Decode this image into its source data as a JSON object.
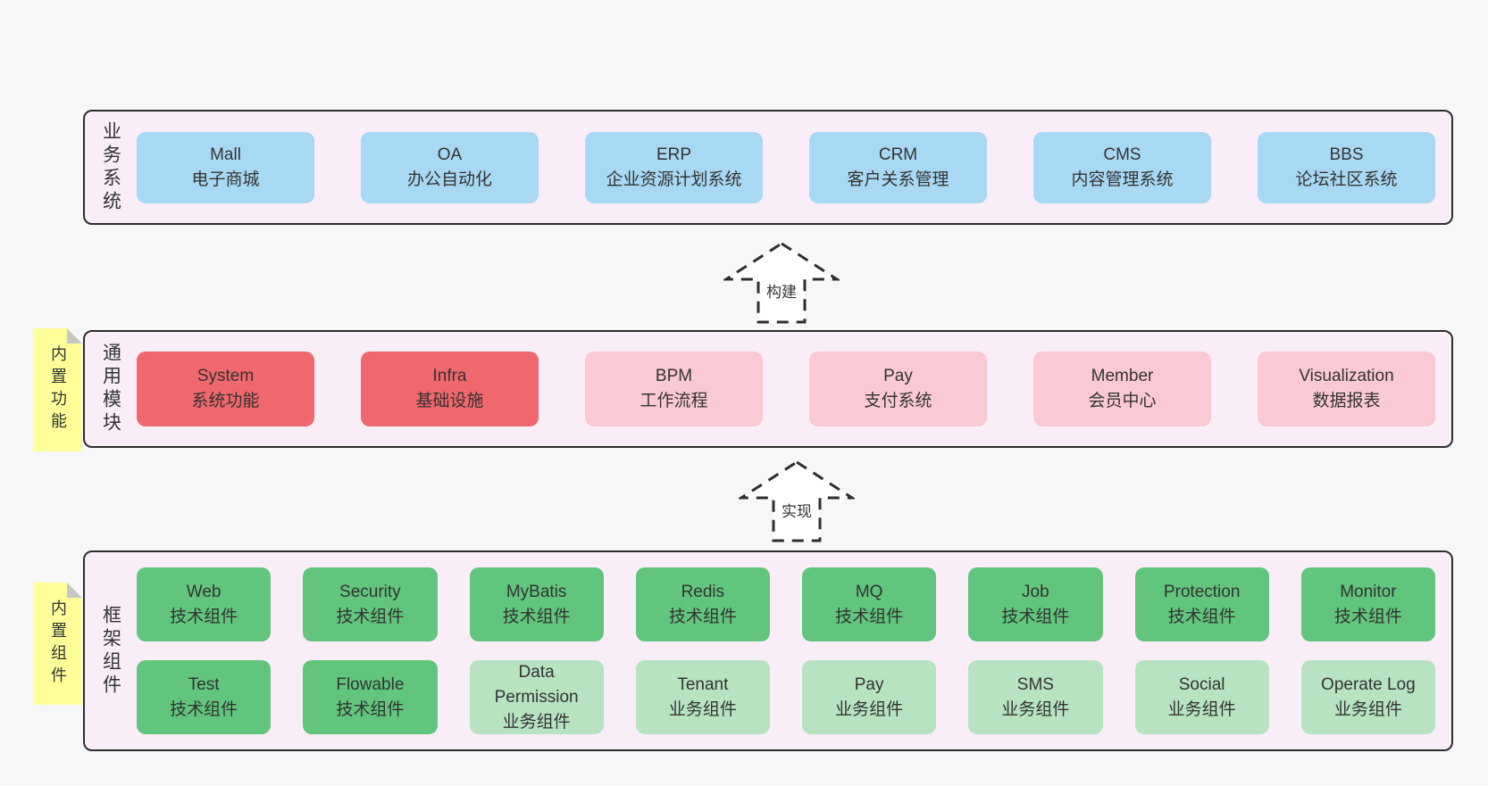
{
  "colors": {
    "page_bg": "#f7f7f7",
    "panel_bg": "#f9eef7",
    "panel_border": "#2e2e2e",
    "blue_box": "#a8d9f4",
    "red_box": "#f0676d",
    "pink_box": "#fac9d3",
    "green_box": "#61c57d",
    "light_green_box": "#b7e3c1",
    "note_yellow": "#feff99",
    "note_fold_gray": "#c6c6c6",
    "text": "#333333"
  },
  "sections": [
    {
      "label": "业务系统",
      "note": null,
      "rows": [
        [
          {
            "name": "Mall",
            "desc": "电子商城",
            "variant": "blue"
          },
          {
            "name": "OA",
            "desc": "办公自动化",
            "variant": "blue"
          },
          {
            "name": "ERP",
            "desc": "企业资源计划系统",
            "variant": "blue"
          },
          {
            "name": "CRM",
            "desc": "客户关系管理",
            "variant": "blue"
          },
          {
            "name": "CMS",
            "desc": "内容管理系统",
            "variant": "blue"
          },
          {
            "name": "BBS",
            "desc": "论坛社区系统",
            "variant": "blue"
          }
        ]
      ]
    },
    {
      "label": "通用模块",
      "note": "内置功能",
      "rows": [
        [
          {
            "name": "System",
            "desc": "系统功能",
            "variant": "red"
          },
          {
            "name": "Infra",
            "desc": "基础设施",
            "variant": "red"
          },
          {
            "name": "BPM",
            "desc": "工作流程",
            "variant": "pink"
          },
          {
            "name": "Pay",
            "desc": "支付系统",
            "variant": "pink"
          },
          {
            "name": "Member",
            "desc": "会员中心",
            "variant": "pink"
          },
          {
            "name": "Visualization",
            "desc": "数据报表",
            "variant": "pink"
          }
        ]
      ]
    },
    {
      "label": "框架组件",
      "note": "内置组件",
      "rows": [
        [
          {
            "name": "Web",
            "desc": "技术组件",
            "variant": "green"
          },
          {
            "name": "Security",
            "desc": "技术组件",
            "variant": "green"
          },
          {
            "name": "MyBatis",
            "desc": "技术组件",
            "variant": "green"
          },
          {
            "name": "Redis",
            "desc": "技术组件",
            "variant": "green"
          },
          {
            "name": "MQ",
            "desc": "技术组件",
            "variant": "green"
          },
          {
            "name": "Job",
            "desc": "技术组件",
            "variant": "green"
          },
          {
            "name": "Protection",
            "desc": "技术组件",
            "variant": "green"
          },
          {
            "name": "Monitor",
            "desc": "技术组件",
            "variant": "green"
          }
        ],
        [
          {
            "name": "Test",
            "desc": "技术组件",
            "variant": "green"
          },
          {
            "name": "Flowable",
            "desc": "技术组件",
            "variant": "green"
          },
          {
            "name": "Data Permission",
            "desc": "业务组件",
            "variant": "lightgreen"
          },
          {
            "name": "Tenant",
            "desc": "业务组件",
            "variant": "lightgreen"
          },
          {
            "name": "Pay",
            "desc": "业务组件",
            "variant": "lightgreen"
          },
          {
            "name": "SMS",
            "desc": "业务组件",
            "variant": "lightgreen"
          },
          {
            "name": "Social",
            "desc": "业务组件",
            "variant": "lightgreen"
          },
          {
            "name": "Operate Log",
            "desc": "业务组件",
            "variant": "lightgreen"
          }
        ]
      ]
    }
  ],
  "arrows": [
    {
      "label": "构建"
    },
    {
      "label": "实现"
    }
  ]
}
